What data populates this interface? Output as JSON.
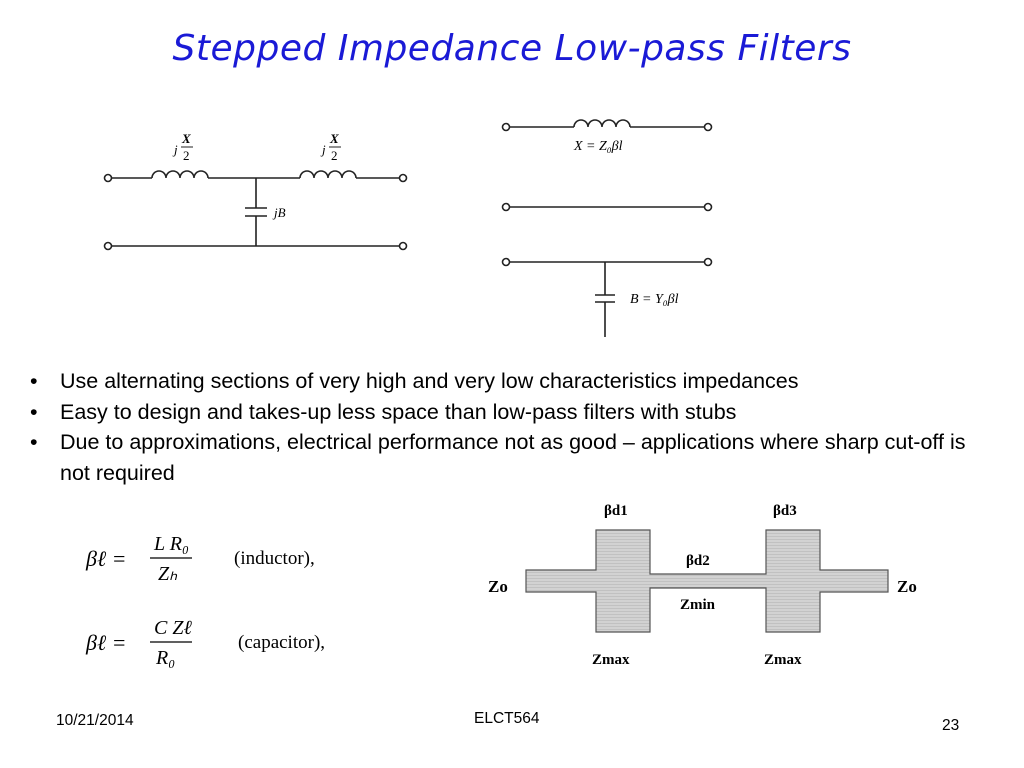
{
  "slide": {
    "title": "Stepped Impedance Low-pass Filters",
    "bullets": [
      "Use alternating sections of very high and very low characteristics impedances",
      "Easy to design and takes-up less space than low-pass filters with stubs",
      "Due to approximations, electrical performance not as good – applications where sharp cut-off is not required"
    ],
    "footer": {
      "date": "10/21/2014",
      "course": "ELCT564",
      "page": "23"
    }
  },
  "tee_circuit": {
    "inductor_label_j": "j",
    "inductor_label_num": "X",
    "inductor_label_den": "2",
    "capacitor_label": "jB"
  },
  "equivalents": {
    "series_label": "X = Z₀βl",
    "shunt_label": "B = Y₀βl"
  },
  "formulas": {
    "lhs": "βℓ =",
    "inductor": {
      "num": "L R₀",
      "den": "Zₕ",
      "note": "(inductor),"
    },
    "capacitor": {
      "num": "C Zℓ",
      "den": "R₀",
      "note": "(capacitor),"
    }
  },
  "layout_diagram": {
    "bd1": "βd1",
    "bd2": "βd2",
    "bd3": "βd3",
    "zo_left": "Zo",
    "zo_right": "Zo",
    "zmin": "Zmin",
    "zmax_left": "Zmax",
    "zmax_right": "Zmax"
  },
  "colors": {
    "title": "#1a1ad6",
    "stripe_fill": "#cfcfcf",
    "stripe_line": "#9a9a9a"
  }
}
